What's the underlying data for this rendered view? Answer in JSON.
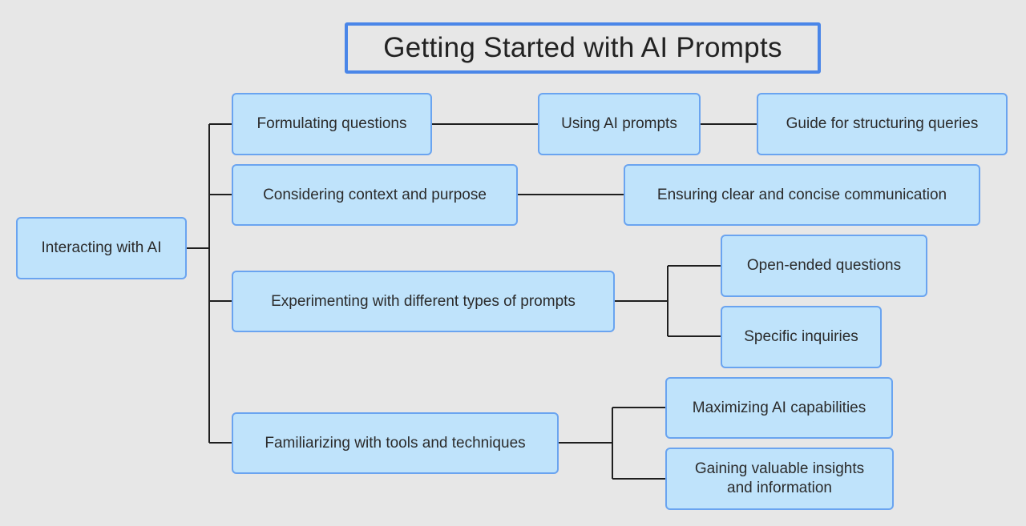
{
  "title": "Getting Started with AI Prompts",
  "root": "Interacting with AI",
  "branches": {
    "formulating": "Formulating questions",
    "context": "Considering context and purpose",
    "experimenting": "Experimenting with different types of prompts",
    "familiarizing": "Familiarizing with tools and techniques"
  },
  "leaves": {
    "using_prompts": "Using AI prompts",
    "guide": "Guide for structuring queries",
    "ensuring": "Ensuring clear and concise communication",
    "open_ended": "Open-ended questions",
    "specific": "Specific inquiries",
    "maximizing": "Maximizing AI capabilities",
    "gaining": "Gaining valuable insights and information"
  },
  "colors": {
    "node_fill": "#bfe3fb",
    "node_border": "#6aa4f0",
    "title_border": "#4a86e8",
    "background": "#e7e7e7"
  }
}
